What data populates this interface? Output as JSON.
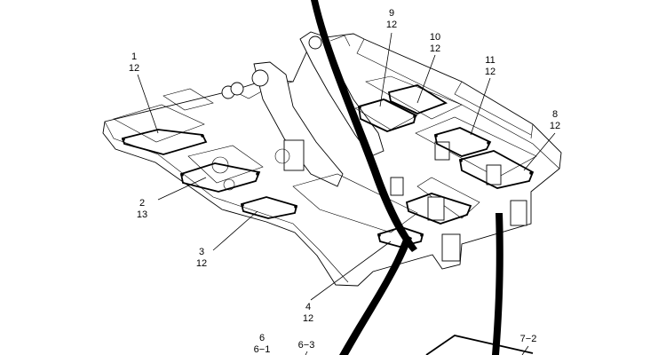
{
  "callouts": [
    {
      "id": "c1",
      "ref": "1",
      "qty": "12"
    },
    {
      "id": "c2",
      "ref": "2",
      "qty": "13"
    },
    {
      "id": "c3",
      "ref": "3",
      "qty": "12"
    },
    {
      "id": "c4",
      "ref": "4",
      "qty": "12"
    },
    {
      "id": "c6",
      "ref": "6",
      "qty": "6−1"
    },
    {
      "id": "c63",
      "ref": "6−3",
      "qty": ""
    },
    {
      "id": "c72",
      "ref": "7−2",
      "qty": ""
    },
    {
      "id": "c8",
      "ref": "8",
      "qty": "12"
    },
    {
      "id": "c9",
      "ref": "9",
      "qty": "12"
    },
    {
      "id": "c10",
      "ref": "10",
      "qty": "12"
    },
    {
      "id": "c11",
      "ref": "11",
      "qty": "12"
    }
  ],
  "colors": {
    "ink": "#000000",
    "paper": "#ffffff"
  }
}
